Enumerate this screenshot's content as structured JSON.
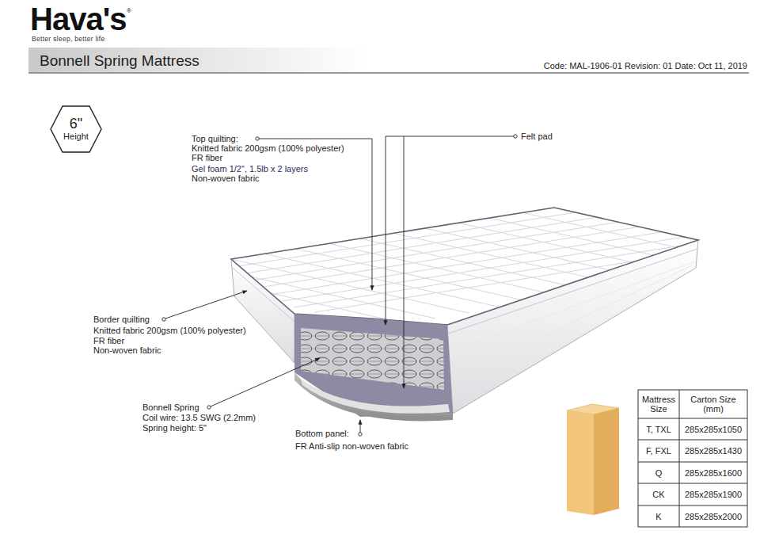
{
  "diagram": {
    "title": "Bonnell Spring Mattress",
    "nodes": [
      {
        "text": [
          "6\"",
          "Height"
        ]
      }
    ],
    "labels": [
      "Hava's",
      "®",
      "Better sleep, better life",
      "Code: MAL-1906-01 Revision: 01 Date: Oct 11, 2019",
      "Top quilting:",
      "Knitted fabric 200gsm (100% polyester)",
      "FR fiber",
      "Gel foam 1/2\", 1.5lb x 2 layers",
      "Non-woven fabric",
      "Felt pad",
      "Border quilting",
      "Knitted fabric 200gsm (100% polyester)",
      "FR fiber",
      "Non-woven fabric",
      "Bonnell Spring",
      "Coil wire: 13.5 SWG (2.2mm)",
      "Spring height: 5\"",
      "Bottom panel:",
      "FR Anti-slip non-woven fabric",
      "Mattress Size",
      "Carton Size (mm)",
      "T, TXL",
      "285x285x1050",
      "F, FXL",
      "285x285x1430",
      "Q",
      "285x285x1600",
      "CK",
      "285x285x1900",
      "K",
      "285x285x2000"
    ]
  }
}
